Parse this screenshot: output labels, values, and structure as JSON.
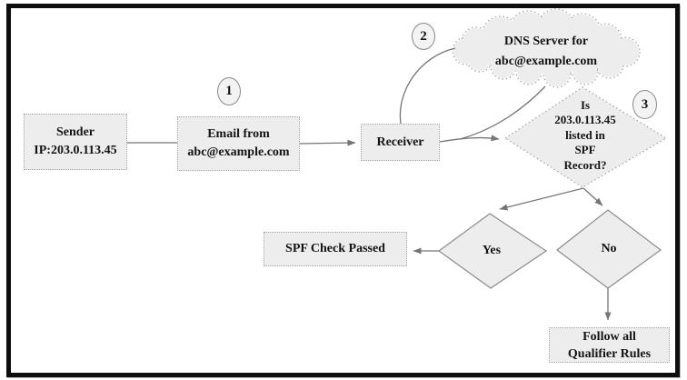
{
  "nodes": {
    "sender": {
      "line1": "Sender",
      "line2": "IP:203.0.113.45"
    },
    "email": {
      "line1": "Email from",
      "line2": "abc@example.com"
    },
    "receiver": {
      "label": "Receiver"
    },
    "dns_cloud": {
      "line1": "DNS Server for",
      "line2": "abc@example.com"
    },
    "spf_decision": {
      "line1": "Is",
      "line2": "203.0.113.45",
      "line3": "listed in",
      "line4": "SPF",
      "line5": "Record?"
    },
    "yes_branch": {
      "label": "Yes"
    },
    "no_branch": {
      "label": "No"
    },
    "spf_passed": {
      "label": "SPF Check Passed"
    },
    "qualifier": {
      "line1": "Follow all",
      "line2": "Qualifier Rules"
    }
  },
  "steps": {
    "one": "1",
    "two": "2",
    "three": "3"
  },
  "colors": {
    "frame": "#0e0e0e",
    "node_fill": "#ededed",
    "node_border": "#a6a6a6",
    "solid_diamond_border": "#8b8b8b",
    "connector": "#757575",
    "text": "#141414"
  }
}
